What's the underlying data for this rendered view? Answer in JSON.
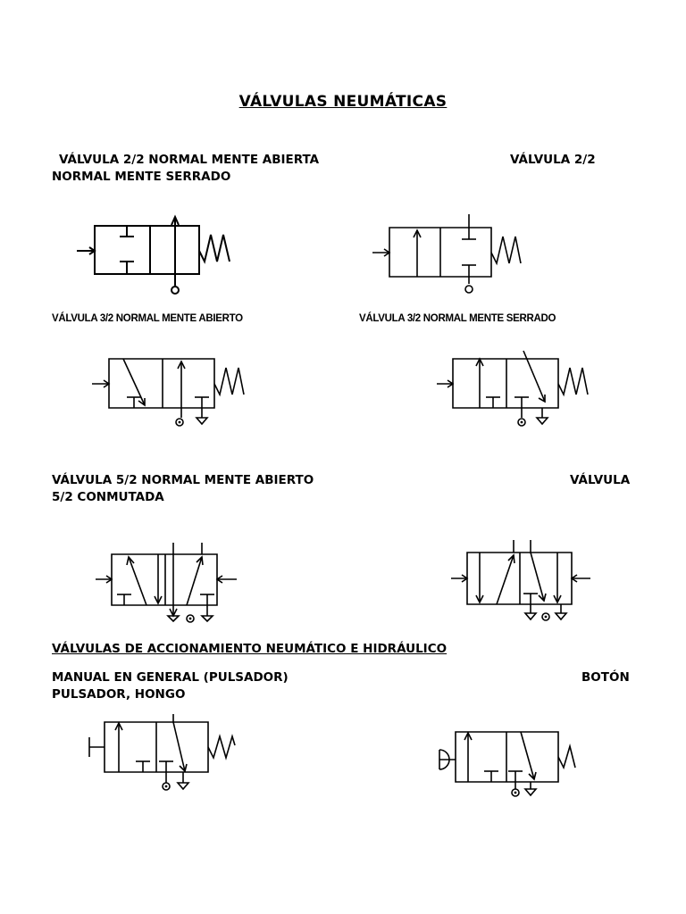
{
  "title": "VÁLVULAS  NEUMÁTICAS",
  "sections": {
    "v22_line1_left": "VÁLVULA 2/2  NORMAL MENTE ABIERTA",
    "v22_line1_right": "VÁLVULA 2/2",
    "v22_line2": "NORMAL MENTE SERRADO",
    "v32_left": "VÁLVULA 3/2 NORMAL MENTE ABIERTO",
    "v32_right": "VÁLVULA 3/2 NORMAL MENTE SERRADO",
    "v52_line1_left": "VÁLVULA 5/2 NORMAL MENTE ABIERTO",
    "v52_line1_right": "VÁLVULA",
    "v52_line2": "5/2 CONMUTADA",
    "accionamiento_heading": "VÁLVULAS DE ACCIONAMIENTO NEUMÁTICO E HIDRÁULICO ",
    "manual_line1_left": "MANUAL EN GENERAL  (PULSADOR)",
    "manual_line1_right": "BOTÓN",
    "manual_line2": "PULSADOR, HONGO"
  },
  "symbols": [
    "valve-2-2-normally-open",
    "valve-2-2-normally-closed",
    "valve-3-2-normally-open",
    "valve-3-2-normally-closed",
    "valve-5-2-normally-open",
    "valve-5-2-switched",
    "valve-3-2-manual-pushbutton",
    "valve-3-2-mushroom-button"
  ]
}
